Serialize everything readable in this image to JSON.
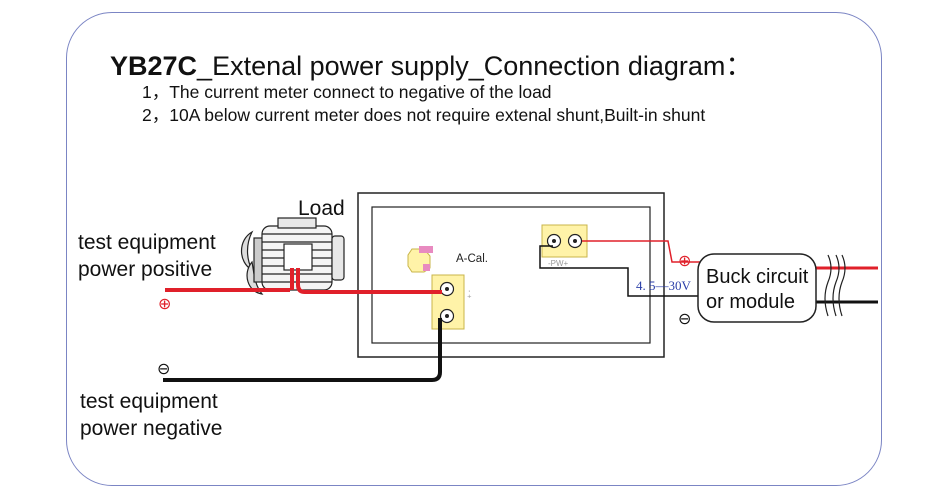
{
  "title": {
    "model": "YB27C",
    "rest": "_Extenal power supply_Connection diagram："
  },
  "notes": [
    "1，The current meter connect to negative of the load",
    "2，10A below current meter does not require extenal shunt,Built-in shunt"
  ],
  "labels": {
    "load": "Load",
    "test_pos_line1": "test equipment",
    "test_pos_line2": "power positive",
    "test_neg_line1": "test equipment",
    "test_neg_line2": "power negative",
    "buck_line1": "Buck circuit",
    "buck_line2": "or module",
    "voltage": "4. 5—30V",
    "acal": "A-Cal.",
    "pw": "-PW+"
  },
  "symbols": {
    "plus": "⊕",
    "minus": "⊖"
  },
  "colors": {
    "positive_wire": "#e0202a",
    "negative_wire": "#111111",
    "terminal_fill": "#fff3a8",
    "cal_pad": "#e88ac0",
    "frame": "#7b85c4",
    "voltage_text": "#2b3fa8"
  }
}
